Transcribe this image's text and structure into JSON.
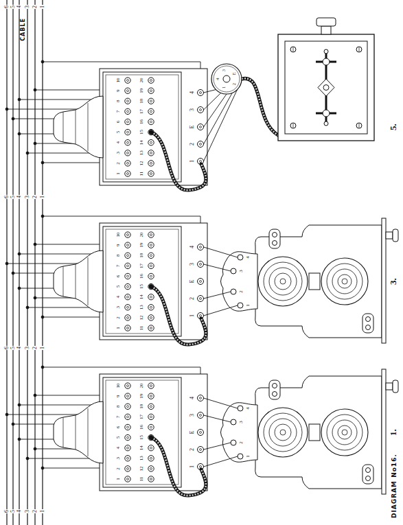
{
  "diagram": {
    "caption": "DIAGRAM No16.",
    "labels": [
      "CABLE",
      "6",
      "5",
      "4",
      "3",
      "2",
      "1",
      "6",
      "5",
      "4",
      "3",
      "2",
      "1",
      "6",
      "5",
      "4",
      "3",
      "2",
      "1",
      "6",
      "5",
      "4",
      "3",
      "2",
      "1",
      "1.",
      "1",
      "2",
      "3",
      "4",
      "5",
      "6",
      "7",
      "8",
      "9",
      "10",
      "11",
      "12",
      "13",
      "14",
      "15",
      "16",
      "17",
      "18",
      "19",
      "20",
      "1",
      "2",
      "E",
      "3",
      "4",
      "4",
      "3",
      "2",
      "1",
      "3.",
      "1",
      "2",
      "3",
      "4",
      "5",
      "6",
      "7",
      "8",
      "9",
      "10",
      "11",
      "12",
      "13",
      "14",
      "15",
      "16",
      "17",
      "18",
      "19",
      "20",
      "1",
      "2",
      "E",
      "3",
      "4",
      "4",
      "3",
      "2",
      "1",
      "5.",
      "1",
      "2",
      "3",
      "4",
      "5",
      "6",
      "7",
      "8",
      "9",
      "10",
      "11",
      "12",
      "13",
      "14",
      "15",
      "16",
      "17",
      "18",
      "19",
      "20",
      "1",
      "2",
      "E",
      "3",
      "4",
      "4",
      "3",
      "E",
      "2",
      "1"
    ]
  }
}
